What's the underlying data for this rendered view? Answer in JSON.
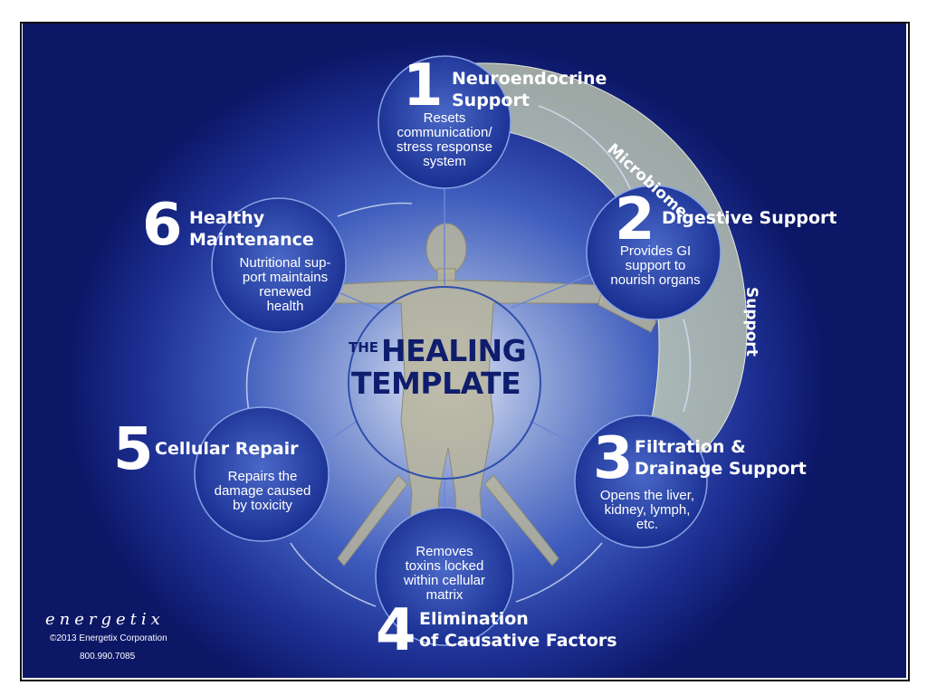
{
  "colors": {
    "background_outer": "#0c1766",
    "background_inner": "#dfe6f6",
    "circle_fill": "#1e3ba6",
    "band_fill": "#cdd6b4",
    "center_text": "#0f1d6e",
    "text": "#ffffff"
  },
  "center": {
    "the": "THE",
    "line1": "HEALING",
    "line2": "TEMPLATE"
  },
  "steps": [
    {
      "number": "1",
      "title": "Neuroendocrine\nSupport",
      "description": "Resets\ncommunication/\nstress response\nsystem"
    },
    {
      "number": "2",
      "title": "Digestive Support",
      "description": "Provides GI\nsupport to\nnourish organs"
    },
    {
      "number": "3",
      "title": "Filtration &\nDrainage Support",
      "description": "Opens the liver,\nkidney, lymph,\netc."
    },
    {
      "number": "4",
      "title": "Elimination\nof Causative Factors",
      "description": "Removes\ntoxins locked\nwithin cellular\nmatrix"
    },
    {
      "number": "5",
      "title": "Cellular Repair",
      "description": "Repairs the\ndamage caused\nby toxicity"
    },
    {
      "number": "6",
      "title": "Healthy\nMaintenance",
      "description": "Nutritional sup-\nport maintains\nrenewed\nhealth"
    }
  ],
  "band_labels": {
    "microbiome": "Microbiome",
    "support": "Support"
  },
  "brand": {
    "logo": "energetix",
    "copyright": "©2013 Energetix Corporation",
    "phone": "800.990.7085"
  }
}
